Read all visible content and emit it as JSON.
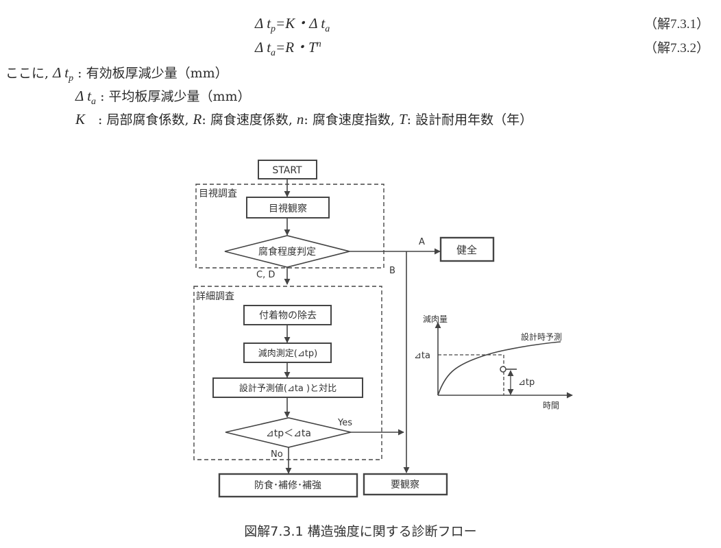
{
  "equations": [
    {
      "lhs": "Δ t",
      "lhs_sub": "p",
      "rhs": "=K・Δ t",
      "rhs_sub": "a",
      "number": "（解7.3.1）"
    },
    {
      "lhs": "Δ t",
      "lhs_sub": "a",
      "rhs": "=R・T",
      "rhs_sup": "n",
      "number": "（解7.3.2）"
    }
  ],
  "definitions": {
    "intro": "ここに,",
    "items": [
      {
        "symbol": "Δ t",
        "sub": "p",
        "text": ": 有効板厚減少量（mm）"
      },
      {
        "symbol": "Δ t",
        "sub": "a",
        "text": ": 平均板厚減少量（mm）"
      }
    ],
    "line3": {
      "k_symbol": "K",
      "k_text": "　: 局部腐食係数,",
      "r_symbol": "R",
      "r_text": ": 腐食速度係数,",
      "n_symbol": "n",
      "n_text": ": 腐食速度指数,",
      "t_symbol": "T",
      "t_text": ": 設計耐用年数（年）"
    }
  },
  "flowchart": {
    "start": "START",
    "visual_group": "目視調査",
    "visual_observation": "目視観察",
    "corrosion_judgement": "腐食程度判定",
    "branch_a": "A",
    "branch_b": "B",
    "branch_cd": "C, D",
    "healthy": "健全",
    "detail_group": "詳細調査",
    "remove_deposits": "付着物の除去",
    "measure_loss": "減肉測定(⊿tp)",
    "compare_design": "設計予測値(⊿ta )と対比",
    "decision": "⊿tp＜⊿ta",
    "yes": "Yes",
    "no": "No",
    "repair": "防食･補修･補強",
    "observe": "要観察"
  },
  "inset_graph": {
    "y_label": "減肉量",
    "x_label": "時間",
    "curve_label": "設計時予測",
    "ta_label": "⊿ta",
    "tp_label": "⊿tp"
  },
  "caption": "図解7.3.1 構造強度に関する診断フロー"
}
